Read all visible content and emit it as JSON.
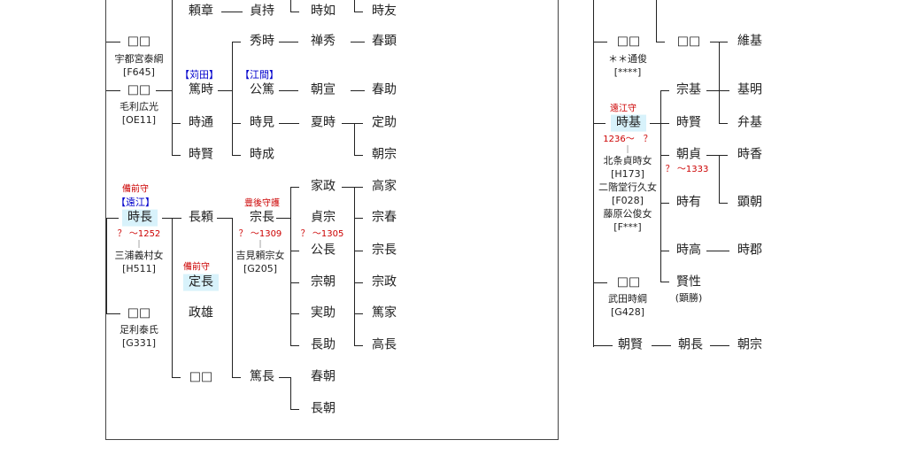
{
  "nodes": {
    "yoriaki": "頼章",
    "sadamochi": "貞持",
    "tokiyuki": "時如",
    "tokitomo": "時友",
    "hidetoki": "秀時",
    "zenshu": "禅秀",
    "harukata": "春顕",
    "unknown_a": "□□",
    "utsunomiya_yasutsuna": "宇都宮泰綱",
    "code_f645": "[F645]",
    "tag_hakita": "【苅田】",
    "tag_ema": "【江間】",
    "unknown_b": "□□",
    "mori_hiromitsu": "毛利広光",
    "code_oe11": "[OE11]",
    "atsutoki": "篤時",
    "kinatsu": "公篤",
    "tomonobu": "朝宣",
    "harusuke": "春助",
    "tokimichi": "時通",
    "tokimi": "時見",
    "natsutoki": "夏時",
    "sadasuke": "定助",
    "tokikata": "時賢",
    "tokinari": "時成",
    "tomomune": "朝宗",
    "iemasa": "家政",
    "takaie": "高家",
    "title_bizen": "備前守",
    "tag_totomi": "【遠江】",
    "tokinaga": "時長",
    "tokinaga_dates": "？ ～1252",
    "miura_wife": "三浦義村女",
    "code_h511": "[H511]",
    "nagayori": "長頼",
    "title_bungo": "豊後守護",
    "munenaga": "宗長",
    "munenaga_dates": "？ ～1309",
    "yoshimi_wife": "吉見頼宗女",
    "code_g205": "[G205]",
    "sadamune": "貞宗",
    "sadamune_dates": "？ ～1305",
    "muneharu": "宗春",
    "kiminaga": "公長",
    "munenaga2": "宗長",
    "title_bizen2": "備前守",
    "sadanaga": "定長",
    "munetomo": "宗朝",
    "munemasa": "宗政",
    "unknown_c": "□□",
    "ashikaga_yasuuji": "足利泰氏",
    "code_g331": "[G331]",
    "masao": "政雄",
    "sanesuke": "実助",
    "atsuie": "篤家",
    "nagasuke": "長助",
    "takanaga": "高長",
    "unknown_d": "□□",
    "atsunaga": "篤長",
    "harutomo": "春朝",
    "nagatomo": "長朝",
    "r_unknown_top": "□□",
    "koremoto": "維基",
    "r_unknown_a": "□□",
    "r_michitoshi": "＊＊通俊",
    "r_code_stars": "[****]",
    "r_munemoto": "宗基",
    "r_motoaki": "基明",
    "r_title_totomi": "遠江守",
    "r_tokimoto": "時基",
    "r_tokimoto_dates": "1236～　？",
    "r_hojo_wife": "北条貞時女",
    "r_code_h173": "[H173]",
    "r_nikaido_wife": "二階堂行久女",
    "r_code_f028": "[F028]",
    "r_fujiwara_wife": "藤原公俊女",
    "r_code_f_stars": "[F***]",
    "r_tokikata": "時賢",
    "r_benki": "弁基",
    "r_tomosada": "朝貞",
    "r_tomosada_dates": "？ ～1333",
    "r_tokika": "時香",
    "r_tokiari": "時有",
    "r_akitomo": "顕朝",
    "r_tokitaka": "時高",
    "r_tokigun": "時郡",
    "r_unknown_b": "□□",
    "r_takeda_tokitsuna": "武田時綱",
    "r_code_g428": "[G428]",
    "r_kensho": "賢性",
    "r_kensho_alt": "(顕勝)",
    "r_tomokata": "朝賢",
    "r_tomonaga": "朝長",
    "r_tomomune": "朝宗"
  }
}
